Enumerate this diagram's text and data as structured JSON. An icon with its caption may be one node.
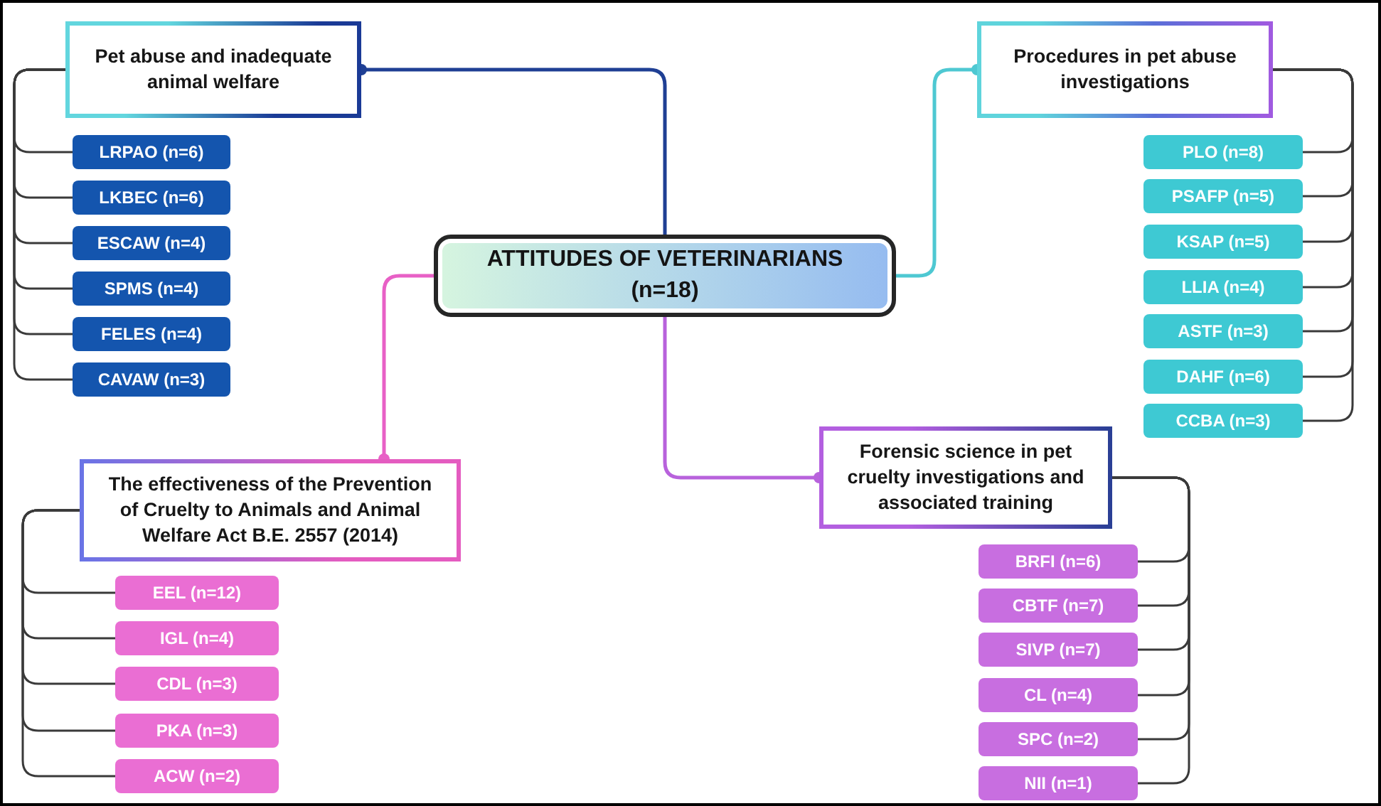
{
  "diagram": {
    "nodes": [
      {
        "text": [
          "ATTITUDES OF VETERINARIANS",
          "(n=18)"
        ]
      },
      {
        "text": [
          "Pet abuse and inadequate animal welfare"
        ]
      },
      {
        "text": [
          "LRPAO (n=6)"
        ]
      },
      {
        "text": [
          "LKBEC (n=6)"
        ]
      },
      {
        "text": [
          "ESCAW (n=4)"
        ]
      },
      {
        "text": [
          "SPMS (n=4)"
        ]
      },
      {
        "text": [
          "FELES (n=4)"
        ]
      },
      {
        "text": [
          "CAVAW (n=3)"
        ]
      },
      {
        "text": [
          "Procedures in pet abuse investigations"
        ]
      },
      {
        "text": [
          "PLO (n=8)"
        ]
      },
      {
        "text": [
          "PSAFP (n=5)"
        ]
      },
      {
        "text": [
          "KSAP (n=5)"
        ]
      },
      {
        "text": [
          "LLIA (n=4)"
        ]
      },
      {
        "text": [
          "ASTF (n=3)"
        ]
      },
      {
        "text": [
          "DAHF (n=6)"
        ]
      },
      {
        "text": [
          "CCBA (n=3)"
        ]
      },
      {
        "text": [
          "The effectiveness of the Prevention of Cruelty to Animals and Animal Welfare Act B.E. 2557 (2014)"
        ]
      },
      {
        "text": [
          "EEL (n=12)"
        ]
      },
      {
        "text": [
          "IGL (n=4)"
        ]
      },
      {
        "text": [
          "CDL (n=3)"
        ]
      },
      {
        "text": [
          "PKA (n=3)"
        ]
      },
      {
        "text": [
          "ACW (n=2)"
        ]
      },
      {
        "text": [
          "Forensic science in pet cruelty investigations and associated training"
        ]
      },
      {
        "text": [
          "BRFI (n=6)"
        ]
      },
      {
        "text": [
          "CBTF (n=7)"
        ]
      },
      {
        "text": [
          "SIVP (n=7)"
        ]
      },
      {
        "text": [
          "CL (n=4)"
        ]
      },
      {
        "text": [
          "SPC (n=2)"
        ]
      },
      {
        "text": [
          "NII (n=1)"
        ]
      }
    ],
    "edges": [
      {
        "from": 0,
        "to": 1,
        "arrow": "other",
        "color": "#1f3f94"
      },
      {
        "from": 0,
        "to": 8,
        "arrow": "other",
        "color": "#4ec8d2"
      },
      {
        "from": 0,
        "to": 16,
        "arrow": "other",
        "color": "#e860c6"
      },
      {
        "from": 0,
        "to": 22,
        "arrow": "other",
        "color": "#b862dc"
      },
      {
        "from": 1,
        "to": 2,
        "arrow": "none"
      },
      {
        "from": 1,
        "to": 3,
        "arrow": "none"
      },
      {
        "from": 1,
        "to": 4,
        "arrow": "none"
      },
      {
        "from": 1,
        "to": 5,
        "arrow": "none"
      },
      {
        "from": 1,
        "to": 6,
        "arrow": "none"
      },
      {
        "from": 1,
        "to": 7,
        "arrow": "none"
      },
      {
        "from": 8,
        "to": 9,
        "arrow": "none"
      },
      {
        "from": 8,
        "to": 10,
        "arrow": "none"
      },
      {
        "from": 8,
        "to": 11,
        "arrow": "none"
      },
      {
        "from": 8,
        "to": 12,
        "arrow": "none"
      },
      {
        "from": 8,
        "to": 13,
        "arrow": "none"
      },
      {
        "from": 8,
        "to": 14,
        "arrow": "none"
      },
      {
        "from": 8,
        "to": 15,
        "arrow": "none"
      },
      {
        "from": 16,
        "to": 17,
        "arrow": "none"
      },
      {
        "from": 16,
        "to": 18,
        "arrow": "none"
      },
      {
        "from": 16,
        "to": 19,
        "arrow": "none"
      },
      {
        "from": 16,
        "to": 20,
        "arrow": "none"
      },
      {
        "from": 16,
        "to": 21,
        "arrow": "none"
      },
      {
        "from": 22,
        "to": 23,
        "arrow": "none"
      },
      {
        "from": 22,
        "to": 24,
        "arrow": "none"
      },
      {
        "from": 22,
        "to": 25,
        "arrow": "none"
      },
      {
        "from": 22,
        "to": 26,
        "arrow": "none"
      },
      {
        "from": 22,
        "to": 27,
        "arrow": "none"
      },
      {
        "from": 22,
        "to": 28,
        "arrow": "none"
      }
    ]
  }
}
